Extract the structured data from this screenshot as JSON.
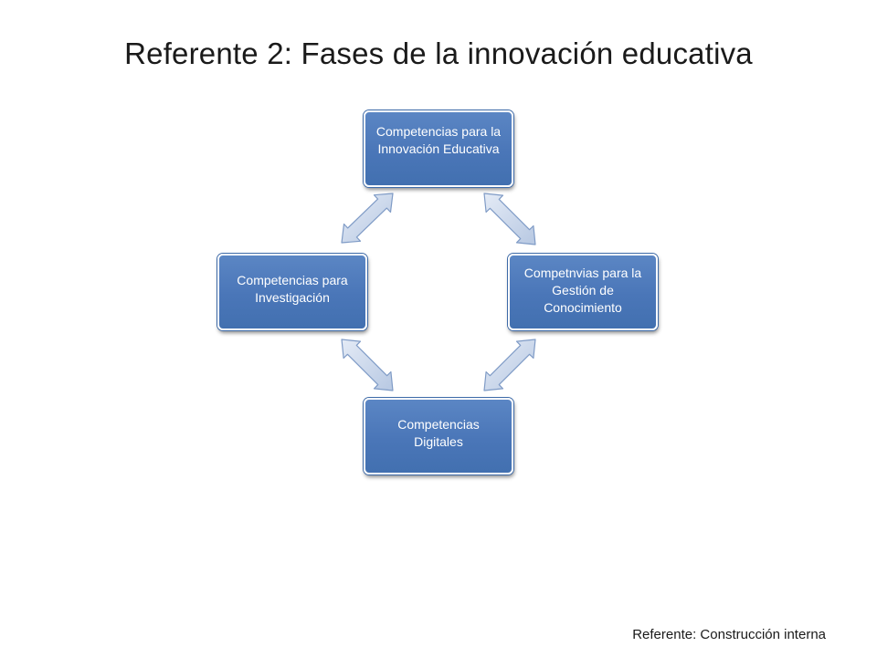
{
  "slide": {
    "title": "Referente 2: Fases de la innovación educativa",
    "source": "Referente: Construcción interna"
  },
  "diagram": {
    "type": "cycle",
    "nodes": [
      {
        "id": "innovacion",
        "label": "Competencias para la Innovación Educativa"
      },
      {
        "id": "gestion",
        "label": "Competnvias para la Gestión de Conocimiento"
      },
      {
        "id": "digitales",
        "label": "Competencias Digitales"
      },
      {
        "id": "investigacion",
        "label": "Competencias para Investigación"
      }
    ],
    "connections": [
      {
        "from": "innovacion",
        "to": "gestion",
        "style": "double-arrow"
      },
      {
        "from": "gestion",
        "to": "digitales",
        "style": "double-arrow"
      },
      {
        "from": "digitales",
        "to": "investigacion",
        "style": "double-arrow"
      },
      {
        "from": "investigacion",
        "to": "innovacion",
        "style": "double-arrow"
      }
    ],
    "colors": {
      "node_fill": "#4a76b8",
      "node_text": "#ffffff",
      "arrow_fill": "#c9d6ea",
      "arrow_stroke": "#7f9bc6"
    }
  }
}
